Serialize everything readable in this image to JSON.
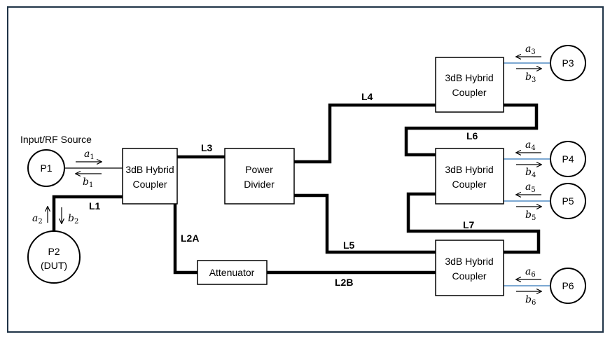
{
  "title": "Input/RF Source",
  "blocks": {
    "hyb1": [
      "3dB Hybrid",
      "Coupler"
    ],
    "divider": [
      "Power",
      "Divider"
    ],
    "hyb_top": [
      "3dB Hybrid",
      "Coupler"
    ],
    "hyb_mid": [
      "3dB Hybrid",
      "Coupler"
    ],
    "hyb_bot": [
      "3dB Hybrid",
      "Coupler"
    ],
    "attenuator": "Attenuator"
  },
  "ports": {
    "p1": "P1",
    "p2": [
      "P2",
      "(DUT)"
    ],
    "p3": "P3",
    "p4": "P4",
    "p5": "P5",
    "p6": "P6"
  },
  "lines": {
    "l1": "L1",
    "l2a": "L2A",
    "l2b": "L2B",
    "l3": "L3",
    "l4": "L4",
    "l5": "L5",
    "l6": "L6",
    "l7": "L7"
  },
  "waves": {
    "a1": {
      "base": "a",
      "sub": "1"
    },
    "b1": {
      "base": "b",
      "sub": "1"
    },
    "a2": {
      "base": "a",
      "sub": "2"
    },
    "b2": {
      "base": "b",
      "sub": "2"
    },
    "a3": {
      "base": "a",
      "sub": "3"
    },
    "b3": {
      "base": "b",
      "sub": "3"
    },
    "a4": {
      "base": "a",
      "sub": "4"
    },
    "b4": {
      "base": "b",
      "sub": "4"
    },
    "a5": {
      "base": "a",
      "sub": "5"
    },
    "b5": {
      "base": "b",
      "sub": "5"
    },
    "a6": {
      "base": "a",
      "sub": "6"
    },
    "b6": {
      "base": "b",
      "sub": "6"
    }
  },
  "colors": {
    "port_line": "#2e75b6",
    "frame": "#1f3346"
  }
}
